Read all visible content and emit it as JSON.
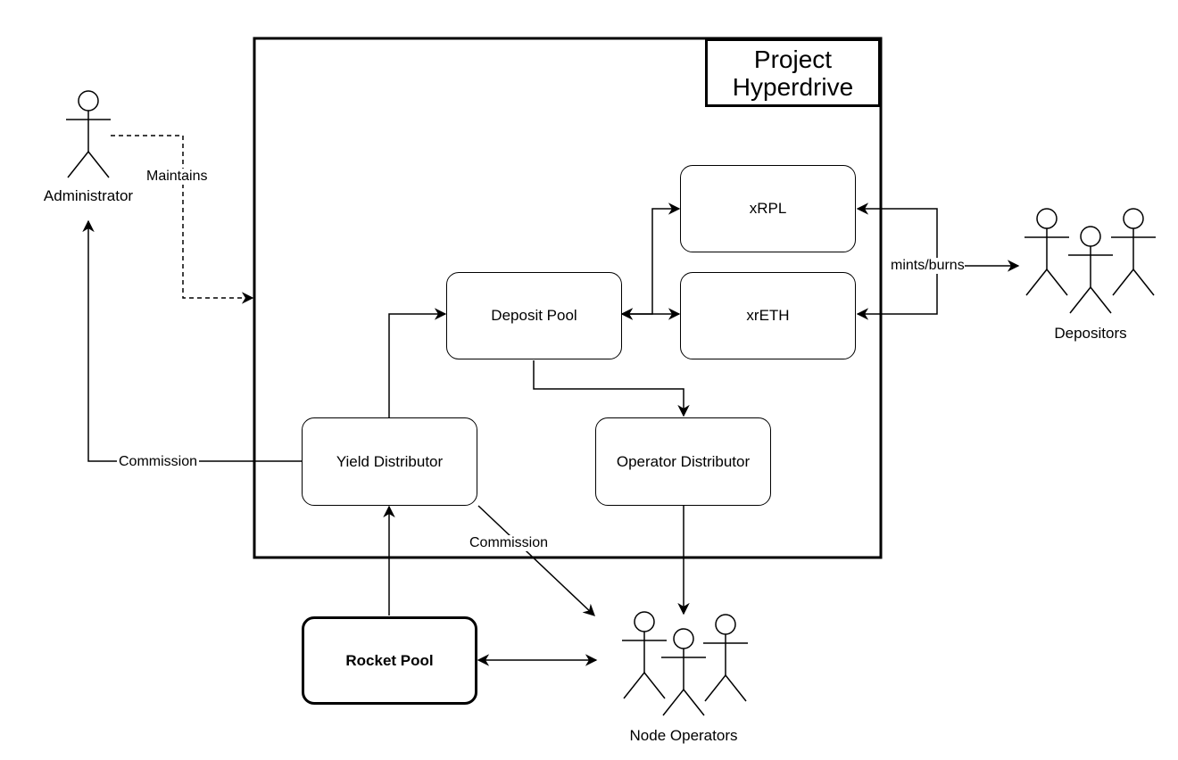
{
  "title": {
    "line1": "Project",
    "line2": "Hyperdrive"
  },
  "boxes": {
    "xrpl": "xRPL",
    "xreth": "xrETH",
    "deposit_pool": "Deposit Pool",
    "yield_distributor": "Yield Distributor",
    "operator_distributor": "Operator Distributor",
    "rocket_pool": "Rocket Pool"
  },
  "actors": {
    "administrator": "Administrator",
    "depositors": "Depositors",
    "node_operators": "Node Operators"
  },
  "edges": {
    "maintains": "Maintains",
    "mints_burns": "mints/burns",
    "commission_admin": "Commission",
    "commission_operators": "Commission"
  }
}
